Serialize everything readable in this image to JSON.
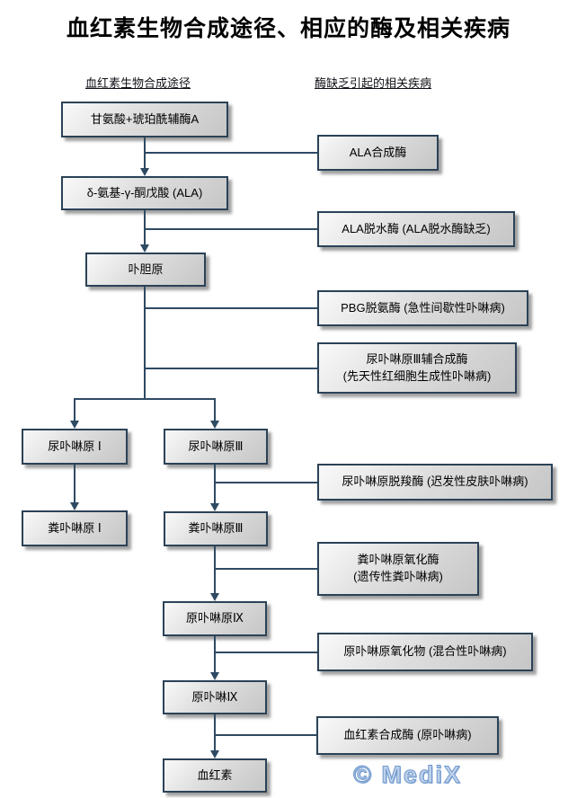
{
  "title": "血红素生物合成途径、相应的酶及相关疾病",
  "headers": {
    "left": "血红素生物合成途径",
    "right": "酶缺乏引起的相关疾病"
  },
  "pathway": {
    "nodes": [
      {
        "label": "甘氨酸+琥珀酰辅酶A"
      },
      {
        "label": "δ-氨基-γ-酮戊酸 (ALA)"
      },
      {
        "label": "卟胆原"
      },
      {
        "label": "尿卟啉原 Ⅰ"
      },
      {
        "label": "尿卟啉原Ⅲ"
      },
      {
        "label": "粪卟啉原 Ⅰ"
      },
      {
        "label": "粪卟啉原Ⅲ"
      },
      {
        "label": "原卟啉原Ⅸ"
      },
      {
        "label": "原卟啉Ⅸ"
      },
      {
        "label": "血红素"
      }
    ]
  },
  "enzymes": {
    "nodes": [
      {
        "line1": "ALA合成酶"
      },
      {
        "line1": "ALA脱水酶 (ALA脱水酶缺乏)"
      },
      {
        "line1": "PBG脱氨酶 (急性间歇性卟啉病)"
      },
      {
        "line1": "尿卟啉原Ⅲ辅合成酶",
        "line2": "(先天性红细胞生成性卟啉病)"
      },
      {
        "line1": "尿卟啉原脱羧酶 (迟发性皮肤卟啉病)"
      },
      {
        "line1": "粪卟啉原氧化酶",
        "line2": "(遗传性粪卟啉病)"
      },
      {
        "line1": "原卟啉原氧化物 (混合性卟啉病)"
      },
      {
        "line1": "血红素合成酶 (原卟啉病)"
      }
    ]
  },
  "watermark": "© MediX",
  "colors": {
    "box_border": "#2b4257",
    "connector": "#2e4a63",
    "box_fill_light": "#f9f9f9",
    "box_fill_dark": "#c6c6c6",
    "watermark_fill": "#bed1ea",
    "watermark_stroke": "#6f98ce",
    "background": "#ffffff"
  }
}
